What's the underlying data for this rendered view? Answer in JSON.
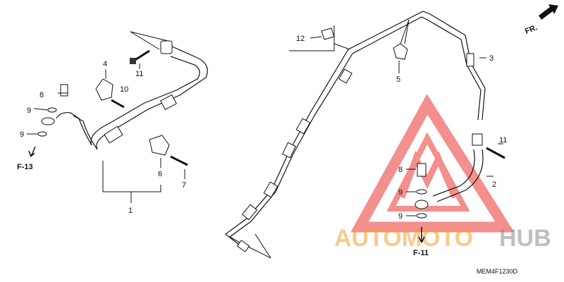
{
  "diagram": {
    "direction_label": "FR.",
    "part_code": "MEM4F1230D",
    "callouts": {
      "p1": "1",
      "p2": "2",
      "p3": "3",
      "p4": "4",
      "p5": "5",
      "p6": "6",
      "p7": "7",
      "p8_left": "8",
      "p8_right": "8",
      "p9_left_a": "9",
      "p9_left_b": "9",
      "p9_right_a": "9",
      "p9_right_b": "9",
      "p10": "10",
      "p11_left": "11",
      "p11_right": "11",
      "p12": "12"
    },
    "refs": {
      "left": "F-13",
      "right": "F-11"
    }
  },
  "watermark": {
    "brand_a": "AUTOMOTO",
    "brand_b": "HUB",
    "color_primary": "#e8211c",
    "color_secondary": "#f0a030"
  }
}
